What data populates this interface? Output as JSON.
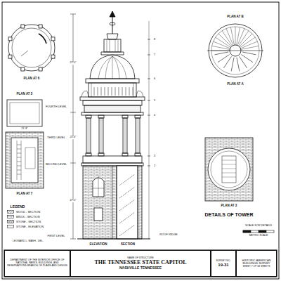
{
  "diagram": {
    "title": "DETAILS OF TOWER",
    "nodes": [
      {
        "text": [
          "DEPARTMENT OF THE INTERIOR OFFICE OF NATIONAL PARKS, BUILDINGS, AND RESERVATIONS BRANCH OF PLANS AND DESIGN"
        ]
      },
      {
        "text": [
          "NAME OF STRUCTURE",
          "THE TENNESSEE STATE CAPITOL",
          "NASHVILLE TENNESSEE"
        ]
      },
      {
        "text": [
          "SURVEY NO.",
          "19-31"
        ]
      },
      {
        "text": [
          "HISTORIC AMERICAN BUILDINGS SURVEY",
          "SHEET 7 OF 58 SHEETS"
        ]
      }
    ],
    "labels": [
      "PLAN AT 6",
      "PLAN AT B",
      "PLAN AT A",
      "PLAN AT 5",
      "21'-8\"",
      "PLAN AT 7",
      "PLAN AT 3",
      "FOURTH LEVEL",
      "THIRD LEVEL",
      "SECOND LEVEL",
      "FIRST LEVEL",
      "ROOF RIDGE",
      "ELEVATION",
      "SECTION",
      "21'-0\"",
      "25'-6\"",
      "47'-0\"",
      "8",
      "7",
      "6",
      "5",
      "4",
      "3",
      "2",
      "SCALE FOR DETAILS",
      "METRIC SCALE",
      "LEGEND",
      "LEONARD L. MASH - DEL."
    ],
    "legend": [
      {
        "text": "WOOD - SECTION"
      },
      {
        "text": "BRICK - SECTION"
      },
      {
        "text": "STONE - SECTION"
      },
      {
        "text": "STONE - ELEVATION"
      }
    ]
  }
}
